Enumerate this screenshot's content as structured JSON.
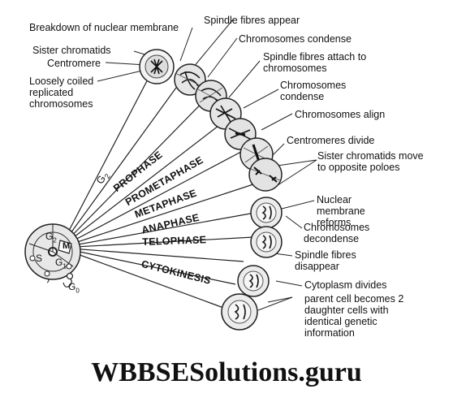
{
  "labels": {
    "breakdown": "Breakdown of nuclear membrane",
    "spindle_appear": "Spindle fibres appear",
    "sister_chromatids": "Sister chromatids",
    "centromere": "Centromere",
    "loosely_coiled": "Loosely coiled replicated chromosomes",
    "chrom_condense_1": "Chromosomes condense",
    "spindle_attach": "Spindle fibres attach to chromosomes",
    "chrom_condense_2": "Chromosomes condense",
    "chrom_align": "Chromosomes align",
    "centromeres_divide": "Centromeres divide",
    "move_poles": "Sister chromatids move to opposite poloes",
    "nuclear_reforms": "Nuclear membrane reforms",
    "decondense": "Chromosomes decondense",
    "spindle_disappear": "Spindle fibres disappear",
    "cytoplasm_divides": "Cytoplasm divides",
    "parent_cell": "parent cell becomes 2 daughter cells with identical genetic information"
  },
  "phases": {
    "g2": "G",
    "g2_sub": "2",
    "prophase": "PROPHASE",
    "prometaphase": "PROMETAPHASE",
    "metaphase": "METAPHASE",
    "anaphase": "ANAPHASE",
    "telophase": "TELOPHASE",
    "cytokinesis": "CYTOKINESIS"
  },
  "cycle": {
    "g2": "G",
    "g2_sub": "2",
    "m": "M",
    "s": "S",
    "g1": "G",
    "g1_sub": "1",
    "g0": "G",
    "g0_sub": "0"
  },
  "footer": "WBBSESolutions.guru"
}
